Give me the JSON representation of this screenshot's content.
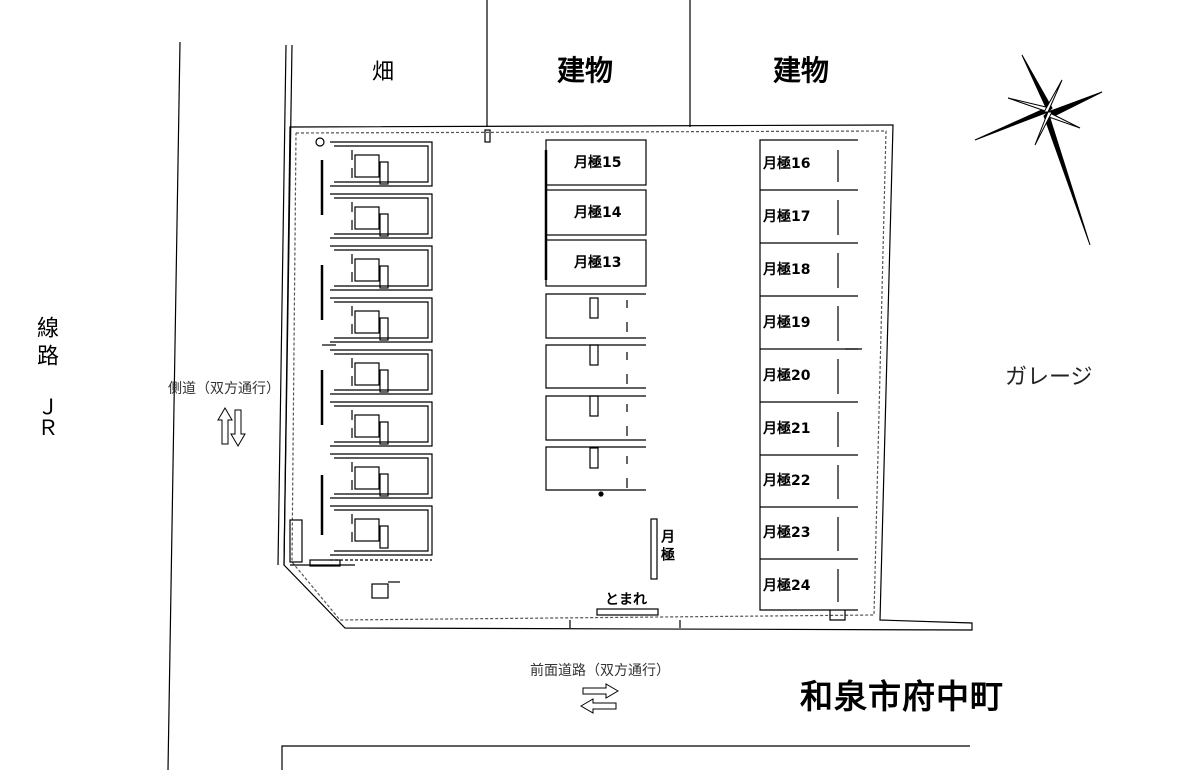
{
  "labels": {
    "field": "畑",
    "building_1": "建物",
    "building_2": "建物",
    "rail_line": "線路",
    "rail_jr": "ＪＲ",
    "side_road": "側道（双方通行）",
    "garage": "ガレージ",
    "front_road": "前面道路（双方通行）",
    "town": "和泉市府中町",
    "monthly_small": "月極",
    "stop": "とまれ"
  },
  "slots": {
    "middle": [
      "月極15",
      "月極14",
      "月極13"
    ],
    "right": [
      "月極16",
      "月極17",
      "月極18",
      "月極19",
      "月極20",
      "月極21",
      "月極22",
      "月極23",
      "月極24"
    ]
  },
  "icons": {
    "compass": "compass-rose-icon",
    "side_road_arrows": "two-way-vertical-arrows-icon",
    "front_road_arrows": "two-way-horizontal-arrows-icon"
  },
  "colors": {
    "line": "#000000",
    "background": "#ffffff",
    "hatch": "#555555"
  }
}
